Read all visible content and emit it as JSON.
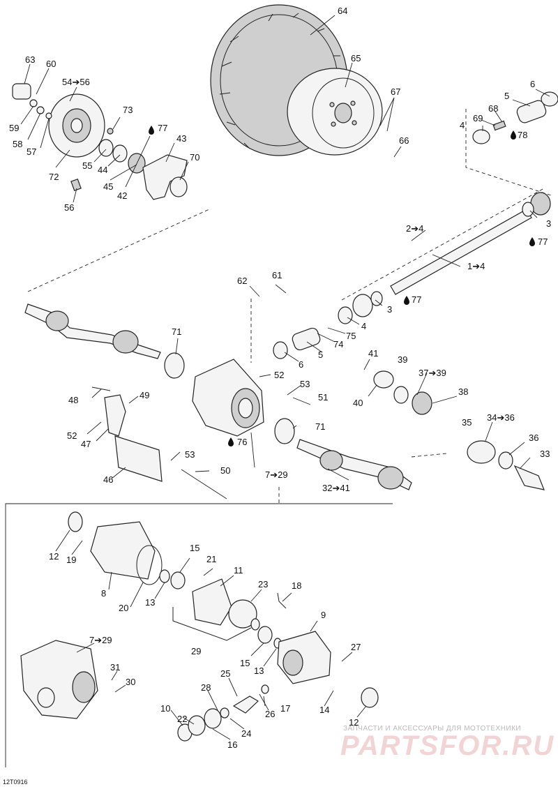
{
  "callouts": {
    "c64": "64",
    "c65": "65",
    "c63": "63",
    "c60": "60",
    "c54_56": "54➔56",
    "c59": "59",
    "c58": "58",
    "c57": "57",
    "c72": "72",
    "c73": "73",
    "c77a": "77",
    "c43": "43",
    "c70": "70",
    "c55": "55",
    "c44": "44",
    "c45": "45",
    "c42": "42",
    "c56": "56",
    "c67": "67",
    "c66": "66",
    "c6a": "6",
    "c5a": "5",
    "c68": "68",
    "c69": "69",
    "c4a": "4",
    "c78": "78",
    "c2_4": "2➔4",
    "c3a": "3",
    "c77b": "77",
    "c1_4": "1➔4",
    "c62": "62",
    "c61": "61",
    "c3b": "3",
    "c77c": "77",
    "c4b": "4",
    "c75": "75",
    "c74": "74",
    "c5b": "5",
    "c6b": "6",
    "c71a": "71",
    "c52a": "52",
    "c53a": "53",
    "c51": "51",
    "c48": "48",
    "c49": "49",
    "c52b": "52",
    "c47": "47",
    "c76": "76",
    "c71b": "71",
    "c53b": "53",
    "c46": "46",
    "c50": "50",
    "c7_29a": "7➔29",
    "c41": "41",
    "c39": "39",
    "c37_39": "37➔39",
    "c40": "40",
    "c38": "38",
    "c35": "35",
    "c34_36": "34➔36",
    "c36": "36",
    "c33": "33",
    "c32_41": "32➔41",
    "c12a": "12",
    "c19": "19",
    "c15a": "15",
    "c21": "21",
    "c11": "11",
    "c8": "8",
    "c20": "20",
    "c13a": "13",
    "c23": "23",
    "c18": "18",
    "c29": "29",
    "c9": "9",
    "c15b": "15",
    "c13b": "13",
    "c27": "27",
    "c7_29b": "7➔29",
    "c31": "31",
    "c30": "30",
    "c25": "25",
    "c28": "28",
    "c26": "26",
    "c17": "17",
    "c14": "14",
    "c10": "10",
    "c22": "22",
    "c24": "24",
    "c16": "16",
    "c12b": "12"
  },
  "footer": {
    "code": "12T0916"
  },
  "watermark": {
    "line1": "ЗАПЧАСТИ И АКСЕССУАРЫ ДЛЯ МОТОТЕХНИКИ",
    "line2": "PARTSFOR.RU"
  },
  "colors": {
    "ink": "#222222",
    "paper": "#ffffff",
    "watermark": "#e08a8a"
  },
  "icons": {
    "oil_drop": "drop-icon"
  }
}
